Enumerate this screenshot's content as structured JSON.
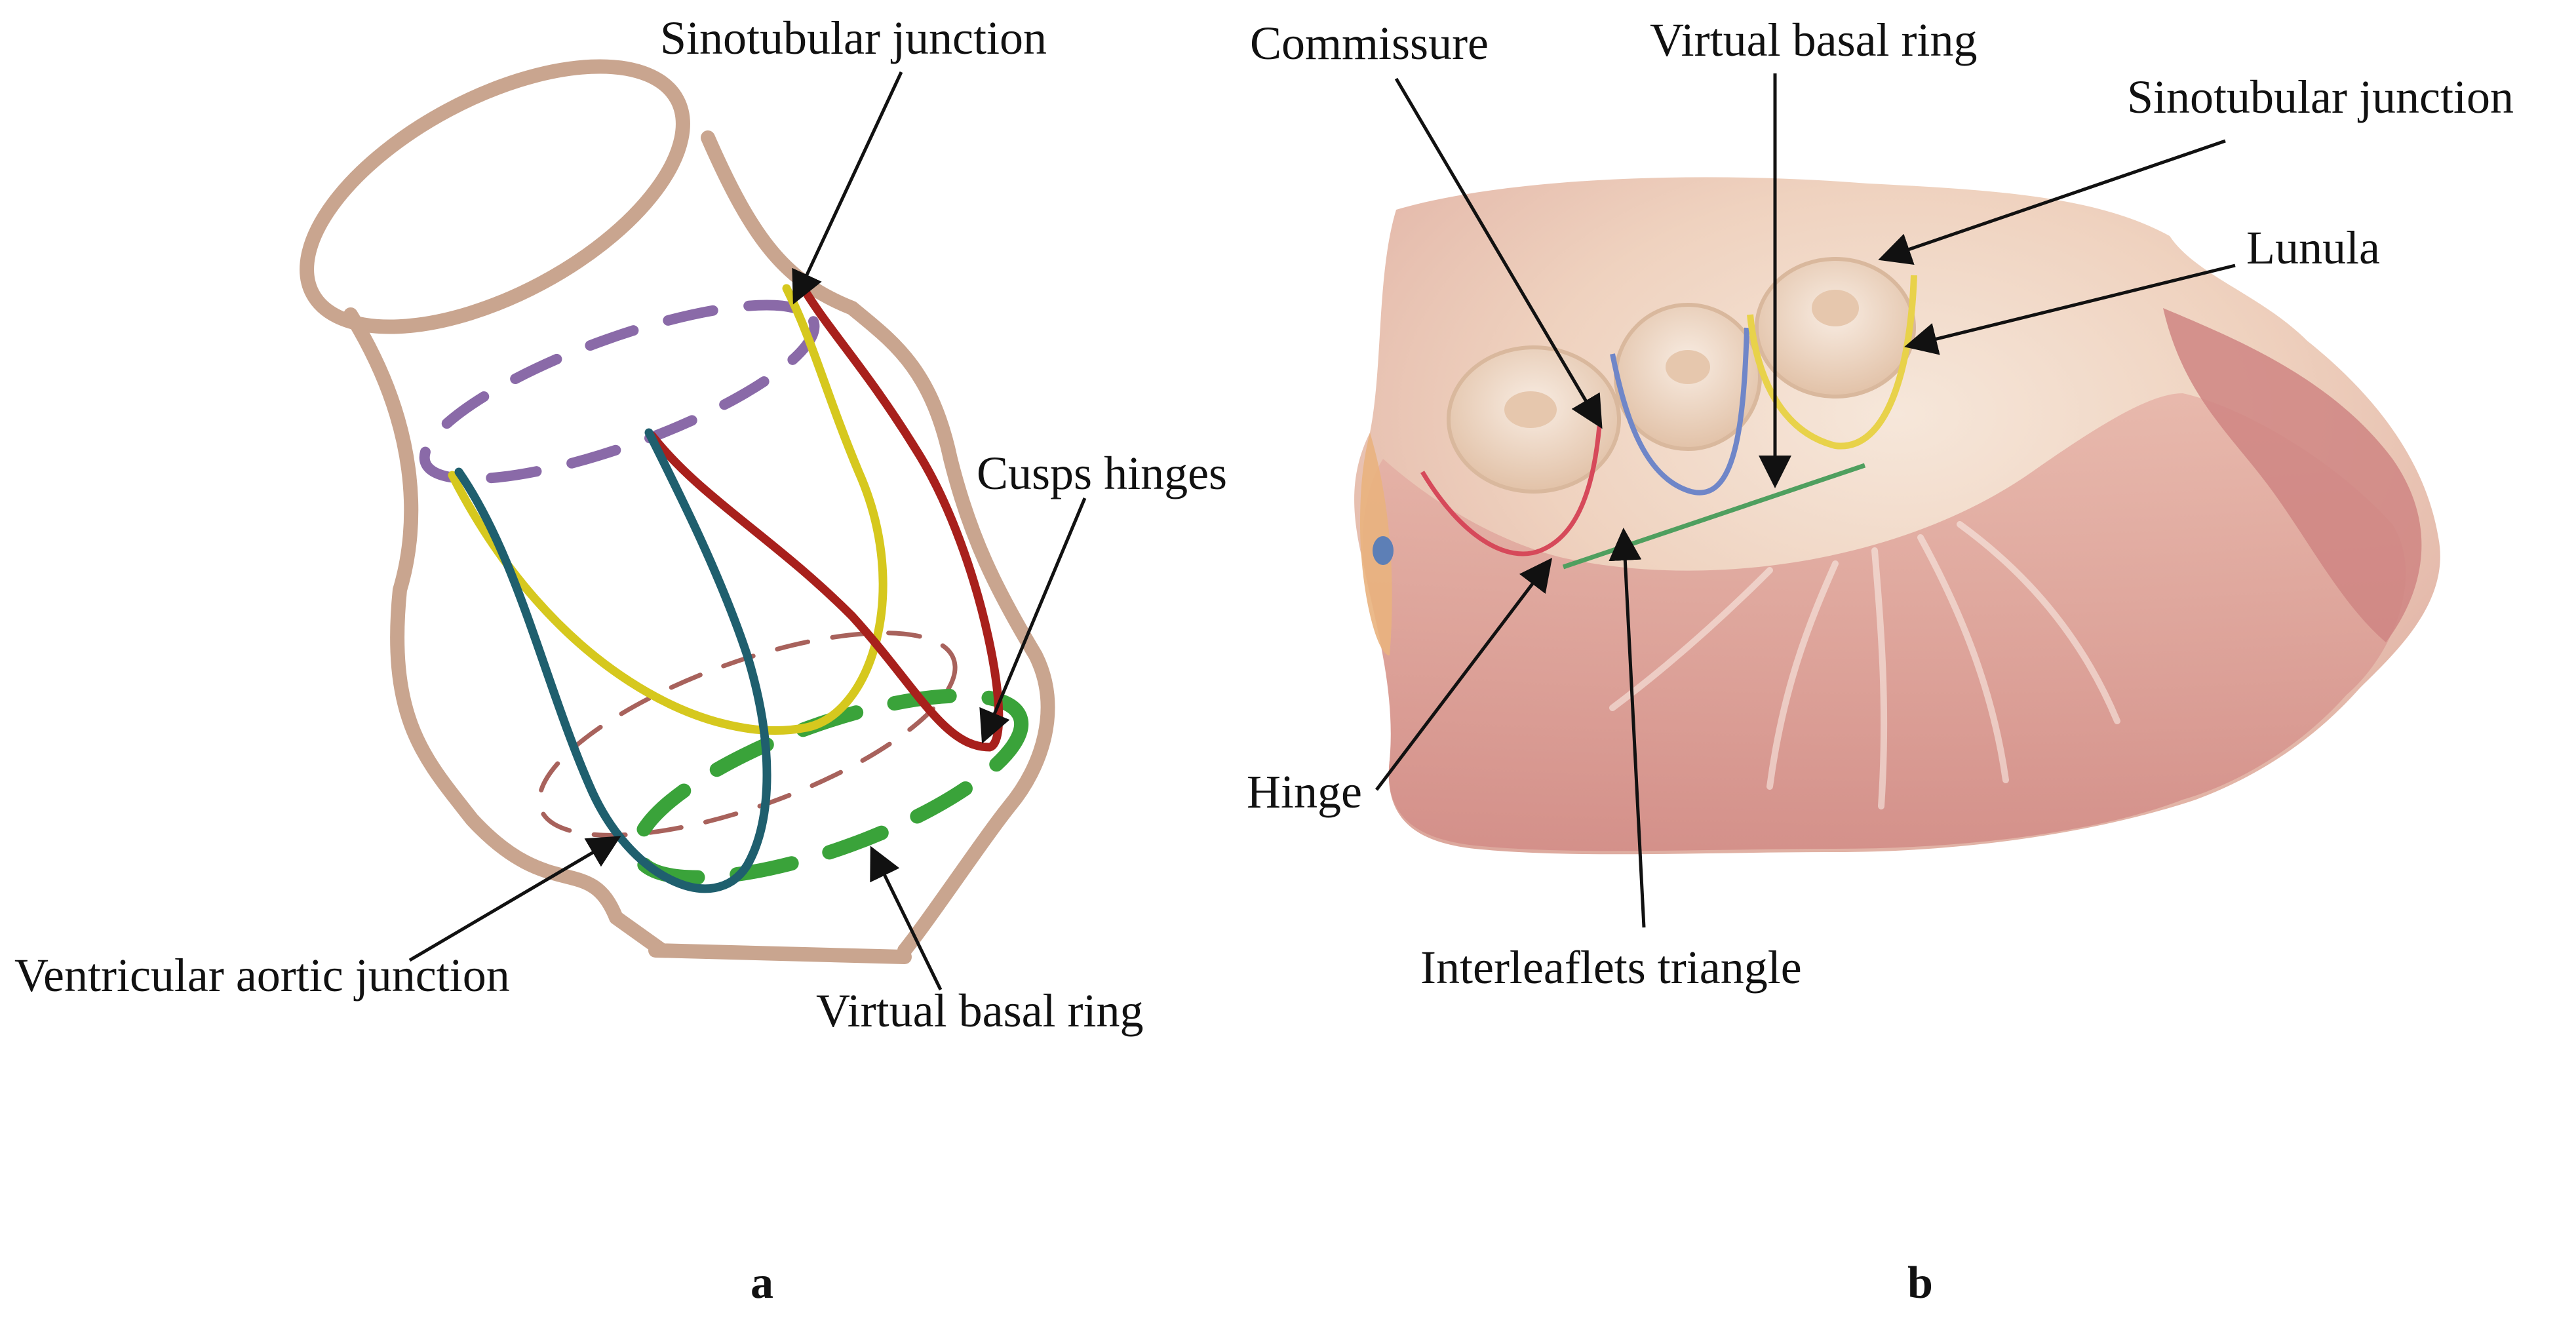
{
  "colors": {
    "outline": "#c9a58f",
    "sinotubular_ring": "#8a6aa8",
    "ventricular_ring": "#a8625c",
    "basal_ring": "#3aa33a",
    "cusp_yellow": "#d6c81e",
    "cusp_red": "#a8201c",
    "cusp_teal": "#1f5f6e",
    "tissue_light": "#f1d9c4",
    "tissue_pink": "#dfa19a",
    "tissue_rose": "#cf8582",
    "hinge_red": "#d6495a",
    "hinge_blue": "#6f86c8",
    "hinge_yellow": "#e8d24a",
    "ring_green": "#4f9f5f"
  },
  "panel_a": {
    "panel_label": "a",
    "labels": {
      "sinotubular_junction": "Sinotubular junction",
      "cusps_hinges": "Cusps hinges",
      "ventricular_aortic_junction": "Ventricular aortic junction",
      "virtual_basal_ring": "Virtual basal ring"
    }
  },
  "panel_b": {
    "panel_label": "b",
    "labels": {
      "commissure": "Commissure",
      "virtual_basal_ring": "Virtual basal ring",
      "sinotubular_junction": "Sinotubular junction",
      "lunula": "Lunula",
      "hinge": "Hinge",
      "interleaflets_triangle": "Interleaflets triangle"
    }
  }
}
